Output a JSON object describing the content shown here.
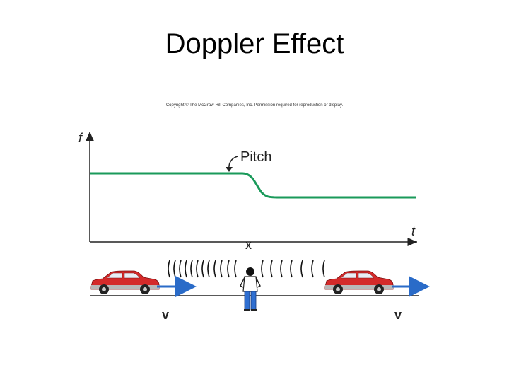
{
  "slide": {
    "title": "Doppler Effect",
    "copyright": "Copyright © The McGraw-Hill Companies, Inc. Permission required for reproduction or display."
  },
  "graph": {
    "y_axis_label": "f",
    "x_axis_label": "t",
    "curve_label": "Pitch",
    "observer_marker": "x",
    "curve_color": "#1a9a5a"
  },
  "scene": {
    "left_car_velocity_label": "v",
    "right_car_velocity_label": "v",
    "car_color": "#d42a2a",
    "arrow_color": "#2a6bc8",
    "observer_shirt_color": "#ffffff",
    "observer_pants_color": "#2f6fd1"
  }
}
